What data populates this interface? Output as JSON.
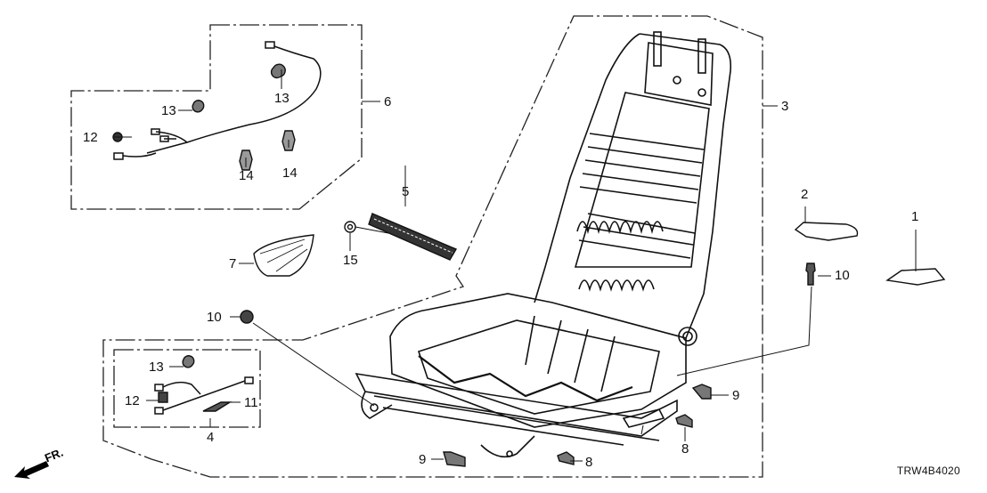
{
  "diagram": {
    "title": "Front Seat Components (Driver Side)",
    "diagram_code": "TRW4B4020",
    "direction_indicator": "FR.",
    "callouts": [
      {
        "id": "c1",
        "label": "1",
        "part": "Seat track end cover (outer)"
      },
      {
        "id": "c2",
        "label": "2",
        "part": "Seat track end cover (inner)"
      },
      {
        "id": "c3",
        "label": "3",
        "part": "Seat frame assembly"
      },
      {
        "id": "c4",
        "label": "4",
        "part": "Seat wire harness (lower)"
      },
      {
        "id": "c5",
        "label": "5",
        "part": "Lumbar support / bracket"
      },
      {
        "id": "c6",
        "label": "6",
        "part": "Seat wire harness (upper)"
      },
      {
        "id": "c7",
        "label": "7",
        "part": "Side trim cover"
      },
      {
        "id": "c8a",
        "label": "8",
        "part": "Foot cover clip"
      },
      {
        "id": "c8b",
        "label": "8",
        "part": "Foot cover clip"
      },
      {
        "id": "c9a",
        "label": "9",
        "part": "Rail cover"
      },
      {
        "id": "c9b",
        "label": "9",
        "part": "Rail cover"
      },
      {
        "id": "c10a",
        "label": "10",
        "part": "Bolt, flange"
      },
      {
        "id": "c10b",
        "label": "10",
        "part": "Bolt, flange"
      },
      {
        "id": "c11",
        "label": "11",
        "part": "Harness clip"
      },
      {
        "id": "c12a",
        "label": "12",
        "part": "Harness clip"
      },
      {
        "id": "c12b",
        "label": "12",
        "part": "Harness clip"
      },
      {
        "id": "c13a",
        "label": "13",
        "part": "Harness clip"
      },
      {
        "id": "c13b",
        "label": "13",
        "part": "Harness clip"
      },
      {
        "id": "c13c",
        "label": "13",
        "part": "Harness clip"
      },
      {
        "id": "c14a",
        "label": "14",
        "part": "Harness clip"
      },
      {
        "id": "c14b",
        "label": "14",
        "part": "Harness clip"
      },
      {
        "id": "c15",
        "label": "15",
        "part": "Nut, flange"
      }
    ]
  }
}
